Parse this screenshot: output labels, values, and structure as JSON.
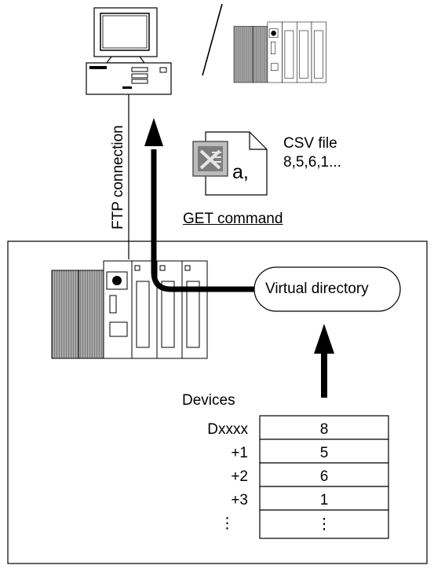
{
  "labels": {
    "ftp_connection": "FTP connection",
    "csv_title": "CSV file",
    "csv_values": "8,5,6,1...",
    "csv_icon_letter": "a,",
    "get_command": "GET command",
    "virtual_directory": "Virtual directory",
    "devices_header": "Devices"
  },
  "devices": [
    {
      "label": "Dxxxx",
      "value": "8"
    },
    {
      "label": "+1",
      "value": "5"
    },
    {
      "label": "+2",
      "value": "6"
    },
    {
      "label": "+3",
      "value": "1"
    },
    {
      "label": "⋮",
      "value": "⋮"
    }
  ],
  "icons": [
    "pc-icon",
    "plc-icon",
    "csv-file-icon",
    "spreadsheet-icon"
  ]
}
